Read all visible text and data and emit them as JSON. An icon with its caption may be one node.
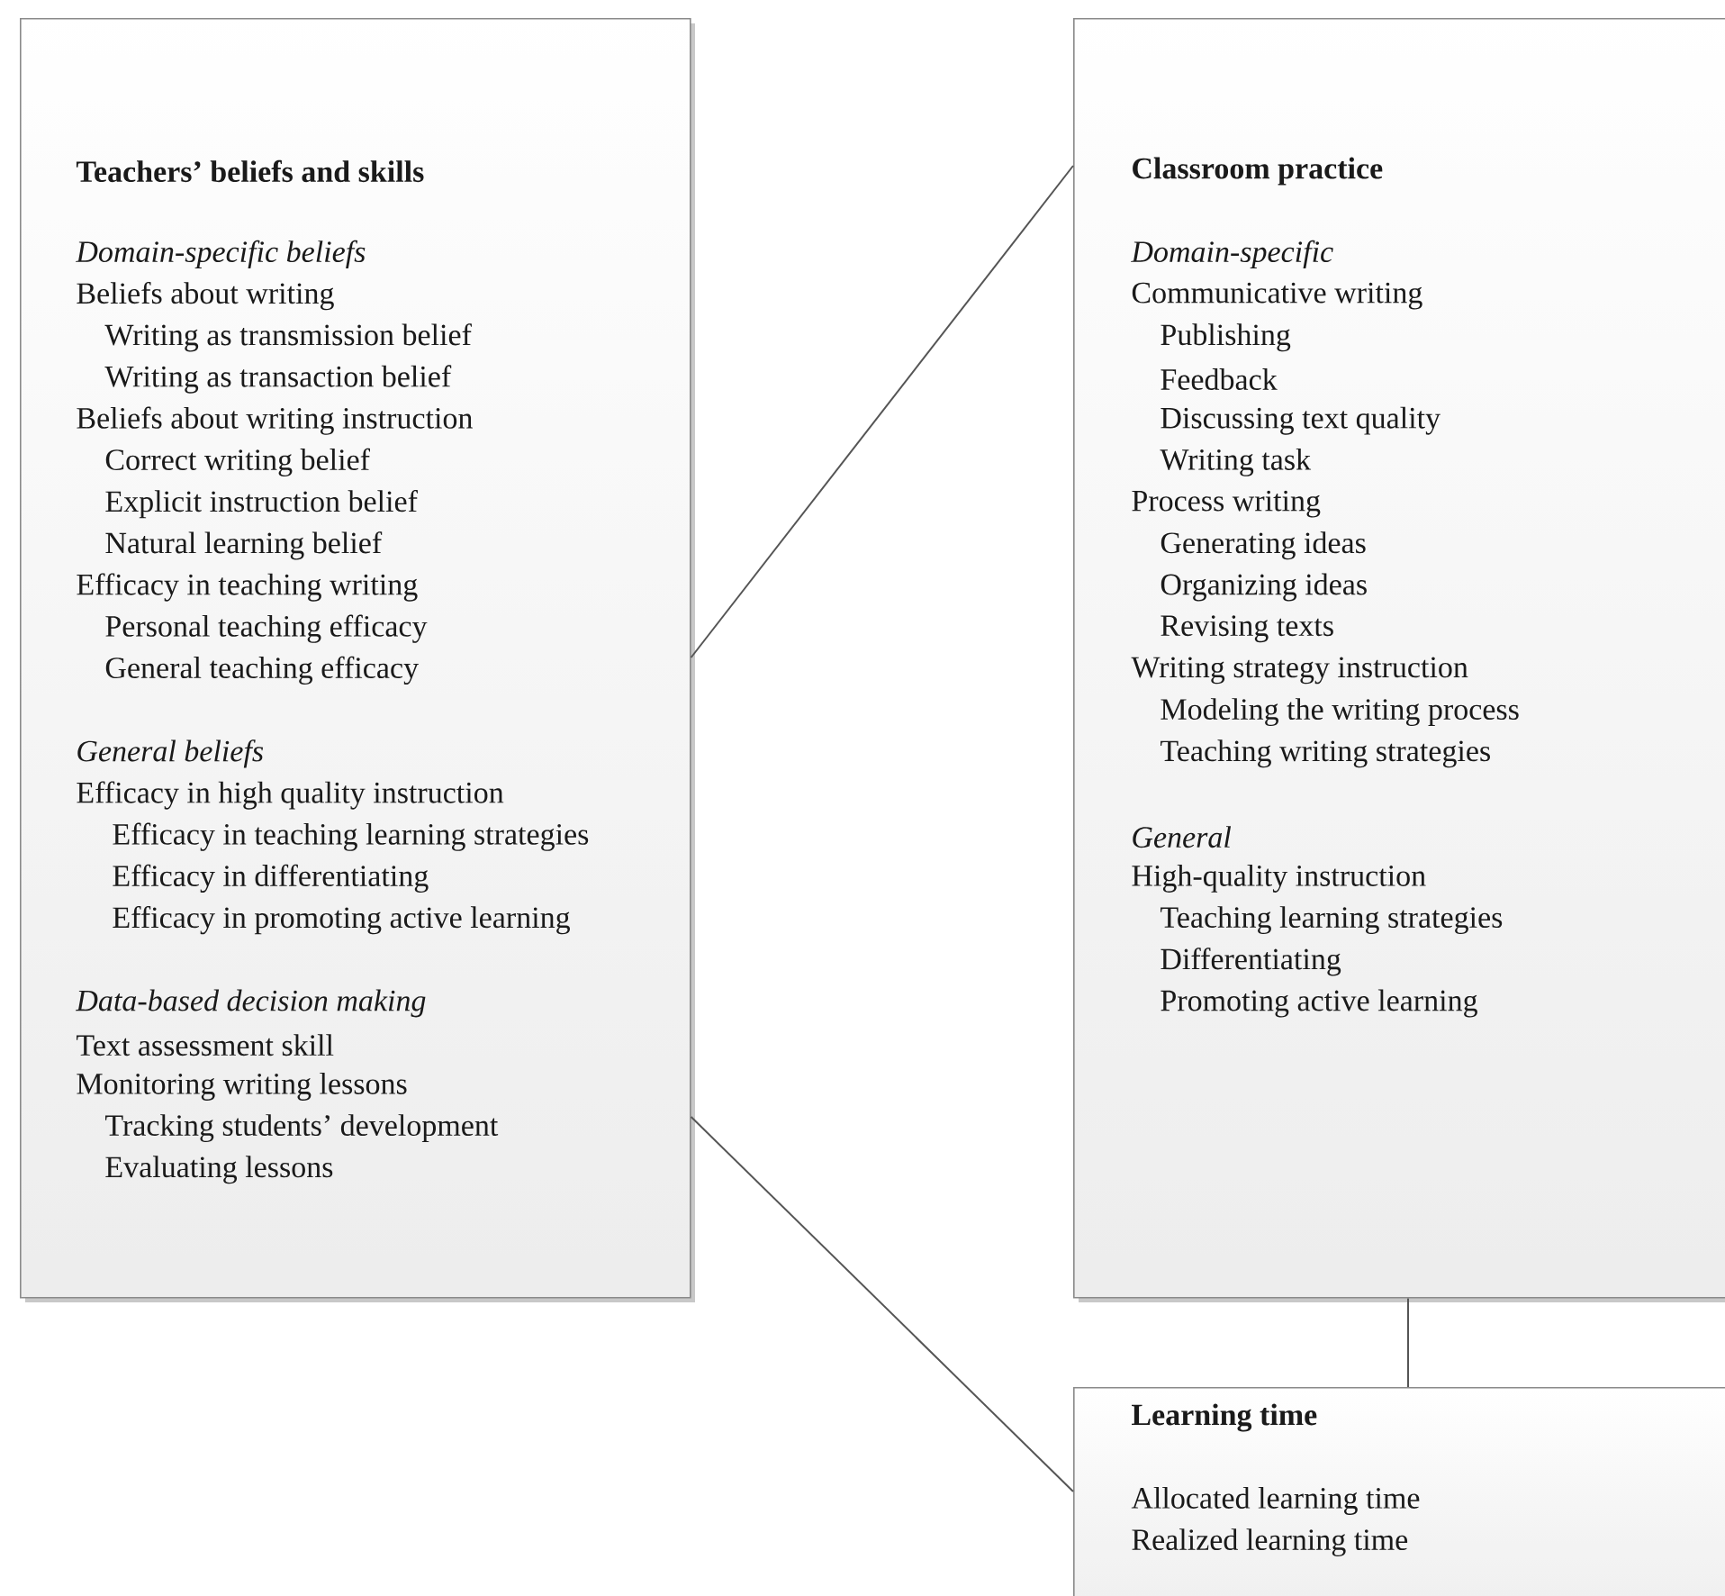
{
  "diagram": {
    "nodes": [
      {
        "text": [
          "Teachers’ beliefs and skills",
          "Domain-specific beliefs",
          "Beliefs about writing",
          "Writing as transmission belief",
          "Writing as transaction belief",
          "Beliefs about writing instruction",
          "Correct writing belief",
          "Explicit instruction belief",
          "Natural learning belief",
          "Efficacy in teaching writing",
          "Personal teaching efficacy",
          "General teaching efficacy",
          "General beliefs",
          "Efficacy in high quality instruction",
          "Efficacy in teaching learning strategies",
          "Efficacy in differentiating",
          "Efficacy in promoting active learning",
          "Data-based decision making",
          "Text assessment skill",
          "Monitoring writing lessons",
          "Tracking students’ development",
          "Evaluating lessons"
        ]
      },
      {
        "text": [
          "Classroom practice",
          "Domain-specific",
          "Communicative writing",
          "Publishing",
          "Feedback",
          "Discussing text quality",
          "Writing task",
          "Process writing",
          "Generating ideas",
          "Organizing ideas",
          "Revising texts",
          "Writing strategy instruction",
          "Modeling the writing process",
          "Teaching writing strategies",
          "General",
          "High-quality instruction",
          "Teaching learning strategies",
          "Differentiating",
          "Promoting active learning"
        ]
      },
      {
        "text": [
          "Learning time",
          "Allocated learning time",
          "Realized learning time"
        ]
      }
    ],
    "edges": [
      {
        "from": 0,
        "to": 1,
        "arrow": "none"
      },
      {
        "from": 0,
        "to": 2,
        "arrow": "none"
      },
      {
        "from": 1,
        "to": 2,
        "arrow": "none"
      }
    ]
  }
}
